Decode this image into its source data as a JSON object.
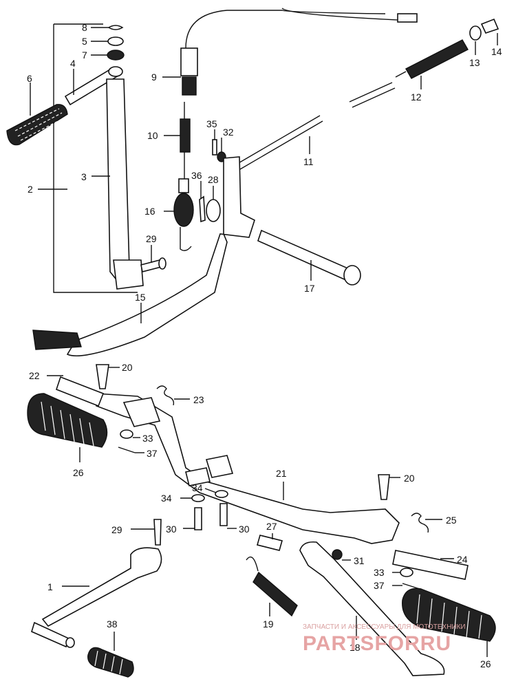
{
  "callouts": {
    "n1": "1",
    "n2": "2",
    "n3": "3",
    "n4": "4",
    "n5": "5",
    "n6": "6",
    "n7": "7",
    "n8": "8",
    "n9": "9",
    "n10": "10",
    "n11": "11",
    "n12": "12",
    "n13": "13",
    "n14": "14",
    "n15": "15",
    "n16": "16",
    "n17": "17",
    "n18": "18",
    "n19": "19",
    "n20": "20",
    "n21": "21",
    "n22": "22",
    "n23": "23",
    "n24": "24",
    "n25": "25",
    "n26": "26",
    "n27": "27",
    "n28": "28",
    "n29": "29",
    "n30": "30",
    "n31": "31",
    "n32": "32",
    "n33": "33",
    "n34": "34",
    "n35": "35",
    "n36": "36",
    "n37": "37",
    "n38": "38"
  },
  "watermark": {
    "caption": "ЗАПЧАСТИ И АКСЕССУАРЫ ДЛЯ МОТОТЕХНИКИ",
    "brand": "PARTSFORRU",
    "color": "#e6a4a4"
  }
}
